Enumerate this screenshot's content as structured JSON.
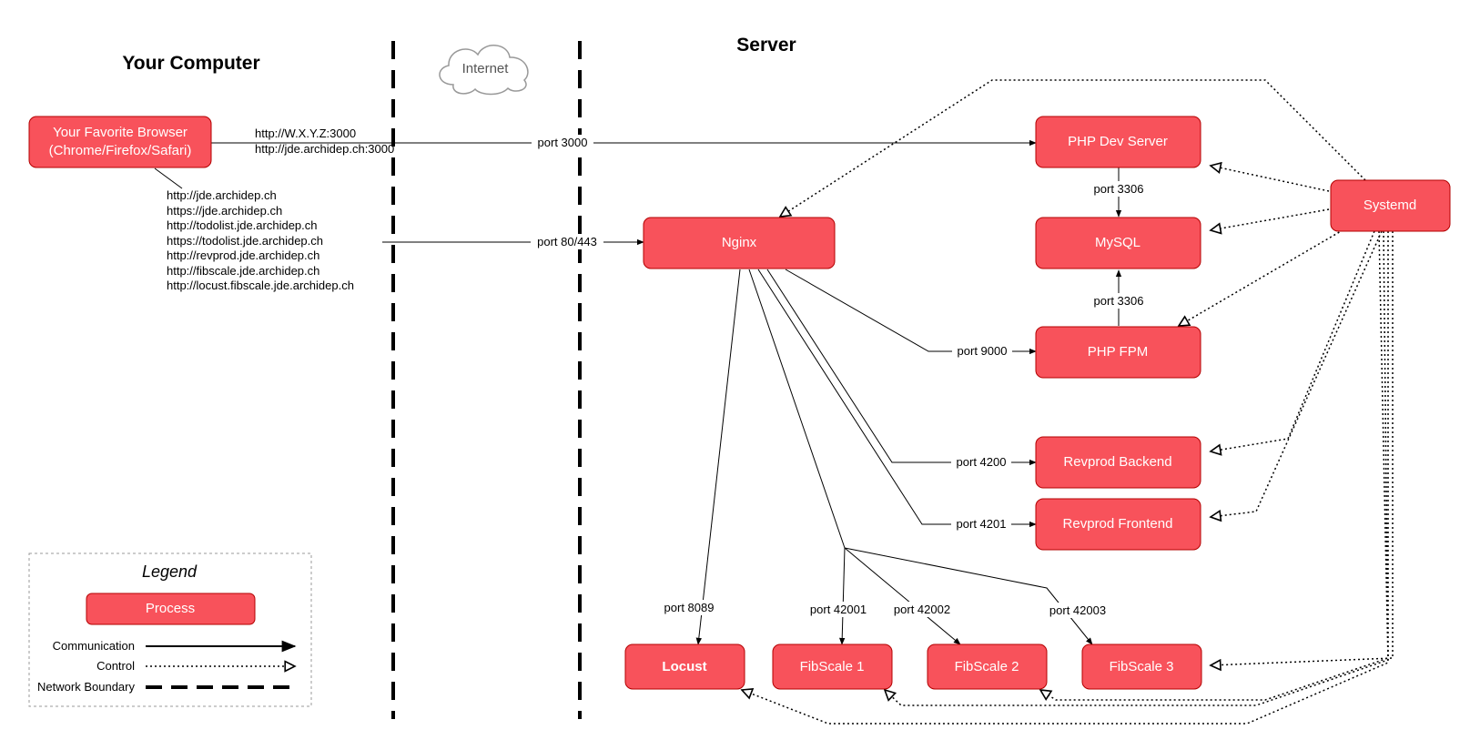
{
  "headings": {
    "your_computer": "Your Computer",
    "server": "Server"
  },
  "cloud": {
    "label": "Internet"
  },
  "browser": {
    "line1": "Your Favorite Browser",
    "line2": "(Chrome/Firefox/Safari)"
  },
  "urls_direct": [
    "http://W.X.Y.Z:3000",
    "http://jde.archidep.ch:3000"
  ],
  "urls_nginx": [
    "http://jde.archidep.ch",
    "https://jde.archidep.ch",
    "http://todolist.jde.archidep.ch",
    "https://todolist.jde.archidep.ch",
    "http://revprod.jde.archidep.ch",
    "http://fibscale.jde.archidep.ch",
    "http://locust.fibscale.jde.archidep.ch"
  ],
  "nodes": {
    "php_dev_server": "PHP Dev Server",
    "mysql": "MySQL",
    "php_fpm": "PHP FPM",
    "nginx": "Nginx",
    "systemd": "Systemd",
    "revprod_backend": "Revprod Backend",
    "revprod_frontend": "Revprod Frontend",
    "locust": "Locust",
    "fibscale1": "FibScale 1",
    "fibscale2": "FibScale 2",
    "fibscale3": "FibScale 3"
  },
  "ports": {
    "p3000": "port 3000",
    "p80": "port 80/443",
    "p3306_top": "port 3306",
    "p3306_bottom": "port 3306",
    "p9000": "port 9000",
    "p4200": "port 4200",
    "p4201": "port 4201",
    "p8089": "port 8089",
    "p42001": "port 42001",
    "p42002": "port 42002",
    "p42003": "port 42003"
  },
  "legend": {
    "title": "Legend",
    "process": "Process",
    "communication": "Communication",
    "control": "Control",
    "network_boundary": "Network Boundary"
  },
  "colors": {
    "process_fill": "#f8525b",
    "process_stroke": "#b30000",
    "cloud_stroke": "#999999"
  }
}
